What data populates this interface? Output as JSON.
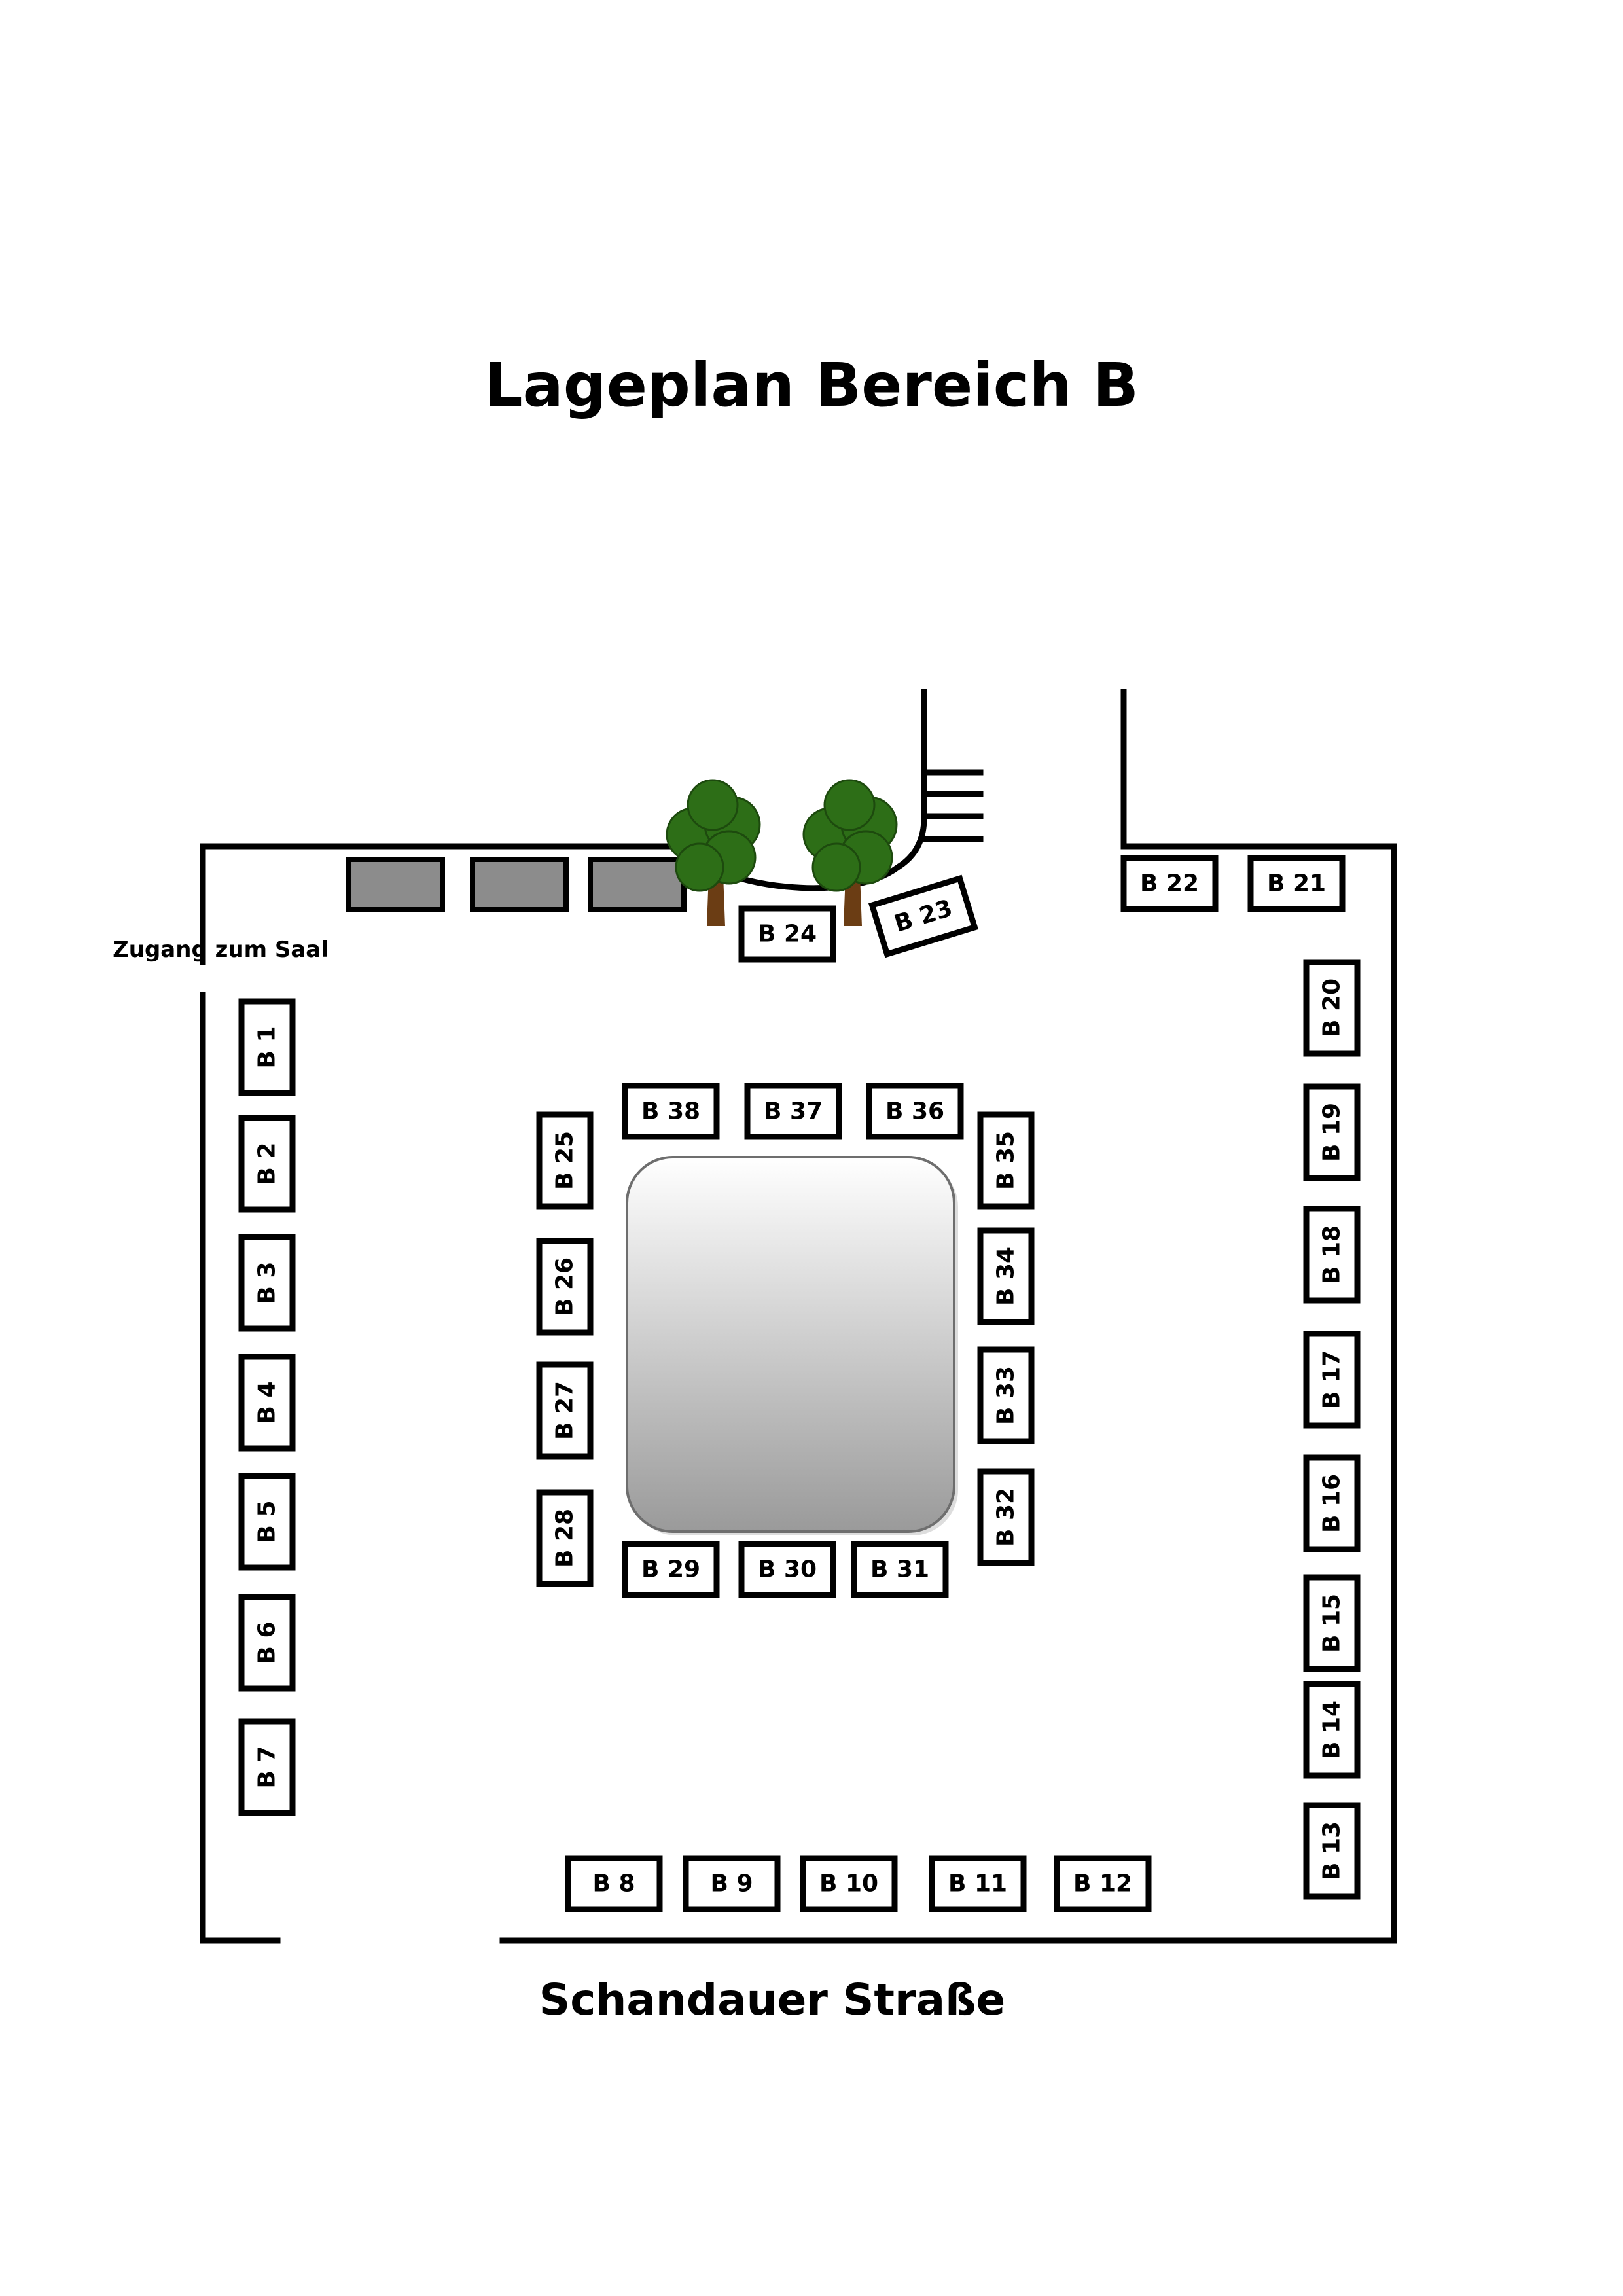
{
  "title": "Lageplan Bereich B",
  "street_label": "Schandauer Straße",
  "entrance_label": "Zugang zum Saal",
  "colors": {
    "stroke": "#000000",
    "parking_fill": "#8c8c8c",
    "tree_canopy": "#2d6e17",
    "tree_trunk": "#6b3d14",
    "fountain_top": "#ffffff",
    "fountain_bottom": "#9a9a9a"
  },
  "icons": [
    "tree-icon",
    "fountain-icon",
    "parking-space-icon"
  ],
  "stalls": [
    {
      "id": "b1",
      "label": "B 1"
    },
    {
      "id": "b2",
      "label": "B 2"
    },
    {
      "id": "b3",
      "label": "B 3"
    },
    {
      "id": "b4",
      "label": "B 4"
    },
    {
      "id": "b5",
      "label": "B 5"
    },
    {
      "id": "b6",
      "label": "B 6"
    },
    {
      "id": "b7",
      "label": "B 7"
    },
    {
      "id": "b8",
      "label": "B 8"
    },
    {
      "id": "b9",
      "label": "B 9"
    },
    {
      "id": "b10",
      "label": "B 10"
    },
    {
      "id": "b11",
      "label": "B 11"
    },
    {
      "id": "b12",
      "label": "B 12"
    },
    {
      "id": "b13",
      "label": "B 13"
    },
    {
      "id": "b14",
      "label": "B 14"
    },
    {
      "id": "b15",
      "label": "B 15"
    },
    {
      "id": "b16",
      "label": "B 16"
    },
    {
      "id": "b17",
      "label": "B 17"
    },
    {
      "id": "b18",
      "label": "B 18"
    },
    {
      "id": "b19",
      "label": "B 19"
    },
    {
      "id": "b20",
      "label": "B 20"
    },
    {
      "id": "b21",
      "label": "B 21"
    },
    {
      "id": "b22",
      "label": "B 22"
    },
    {
      "id": "b23",
      "label": "B 23"
    },
    {
      "id": "b24",
      "label": "B 24"
    },
    {
      "id": "b25",
      "label": "B 25"
    },
    {
      "id": "b26",
      "label": "B 26"
    },
    {
      "id": "b27",
      "label": "B 27"
    },
    {
      "id": "b28",
      "label": "B 28"
    },
    {
      "id": "b29",
      "label": "B 29"
    },
    {
      "id": "b30",
      "label": "B 30"
    },
    {
      "id": "b31",
      "label": "B 31"
    },
    {
      "id": "b32",
      "label": "B 32"
    },
    {
      "id": "b33",
      "label": "B 33"
    },
    {
      "id": "b34",
      "label": "B 34"
    },
    {
      "id": "b35",
      "label": "B 35"
    },
    {
      "id": "b36",
      "label": "B 36"
    },
    {
      "id": "b37",
      "label": "B 37"
    },
    {
      "id": "b38",
      "label": "B 38"
    }
  ]
}
